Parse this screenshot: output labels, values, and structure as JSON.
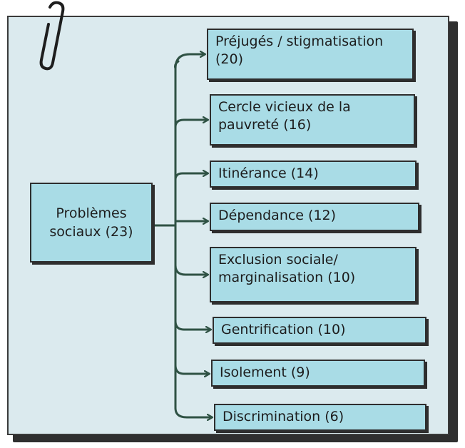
{
  "diagram": {
    "root": {
      "label": "Problèmes sociaux (23)"
    },
    "children": [
      {
        "label": "Préjugés / stigmatisation (20)"
      },
      {
        "label": "Cercle vicieux de la pauvreté (16)"
      },
      {
        "label": "Itinérance (14)"
      },
      {
        "label": "Dépendance (12)"
      },
      {
        "label": "Exclusion sociale/ marginalisation (10)"
      },
      {
        "label": "Gentrification (10)"
      },
      {
        "label": "Isolement (9)"
      },
      {
        "label": "Discrimination (6)"
      }
    ]
  },
  "colors": {
    "box_fill": "#a9dce6",
    "paper": "#dbeaee",
    "connector": "#2f5244",
    "outline": "#2e2e2e"
  },
  "icons": {
    "paperclip": "paperclip-icon"
  }
}
